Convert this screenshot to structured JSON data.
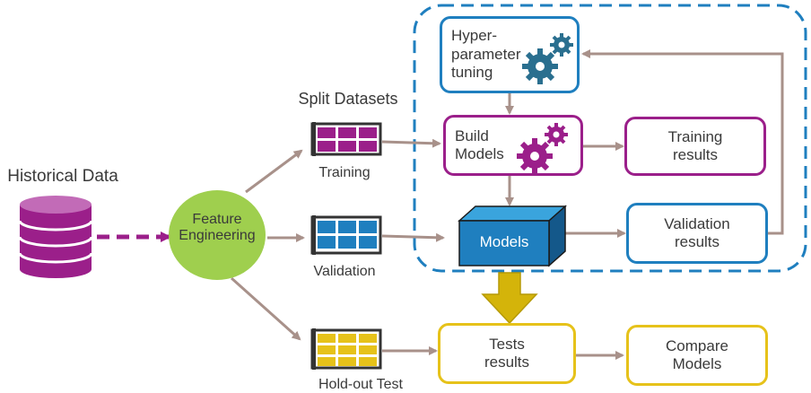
{
  "labels": {
    "historical_data": "Historical Data",
    "feature_engineering": "Feature\nEngineering",
    "split_datasets": "Split Datasets",
    "training": "Training",
    "validation": "Validation",
    "holdout_test": "Hold-out Test",
    "hyperparameter_tuning": "Hyper-\nparameter\ntuning",
    "build_models": "Build\nModels",
    "training_results": "Training\nresults",
    "models": "Models",
    "validation_results": "Validation\nresults",
    "tests_results": "Tests\nresults",
    "compare_models": "Compare\nModels"
  },
  "colors": {
    "purple": "#9b1f8a",
    "blue": "#1f7fbf",
    "teal": "#2a6f8f",
    "green": "#9fcf4e",
    "yellow": "#e6c21a",
    "gold": "#d4b40a",
    "arrow": "#a8918a",
    "text": "#3a3a3a"
  },
  "icons": [
    "database-icon",
    "table-icon",
    "gears-icon",
    "cube-icon"
  ]
}
